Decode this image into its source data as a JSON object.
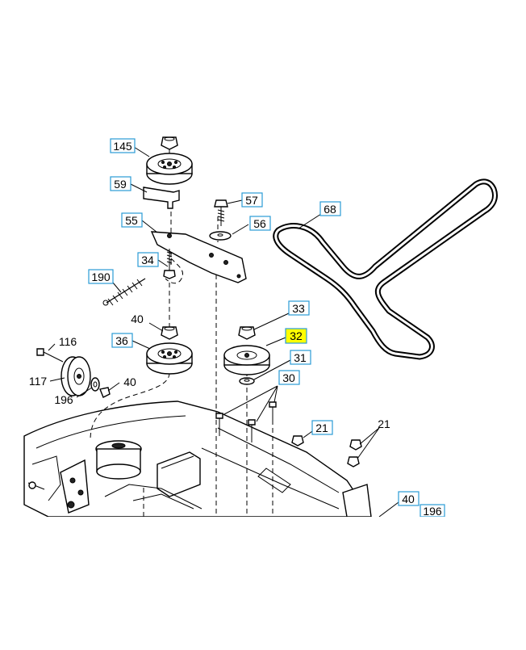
{
  "callouts": {
    "c145": "145",
    "c59": "59",
    "c57": "57",
    "c56": "56",
    "c55": "55",
    "c68": "68",
    "c34": "34",
    "c190": "190",
    "c33": "33",
    "c40a": "40",
    "c32": "32",
    "c36": "36",
    "c31": "31",
    "c116": "116",
    "c30": "30",
    "c117": "117",
    "c40b": "40",
    "c196a": "196",
    "c21a": "21",
    "c21b": "21",
    "c40c": "40",
    "c196b": "196"
  },
  "colors": {
    "callout_border": "#2a9bd6",
    "highlight": "#ffff00",
    "line": "#000000"
  },
  "highlighted_callout": "32"
}
